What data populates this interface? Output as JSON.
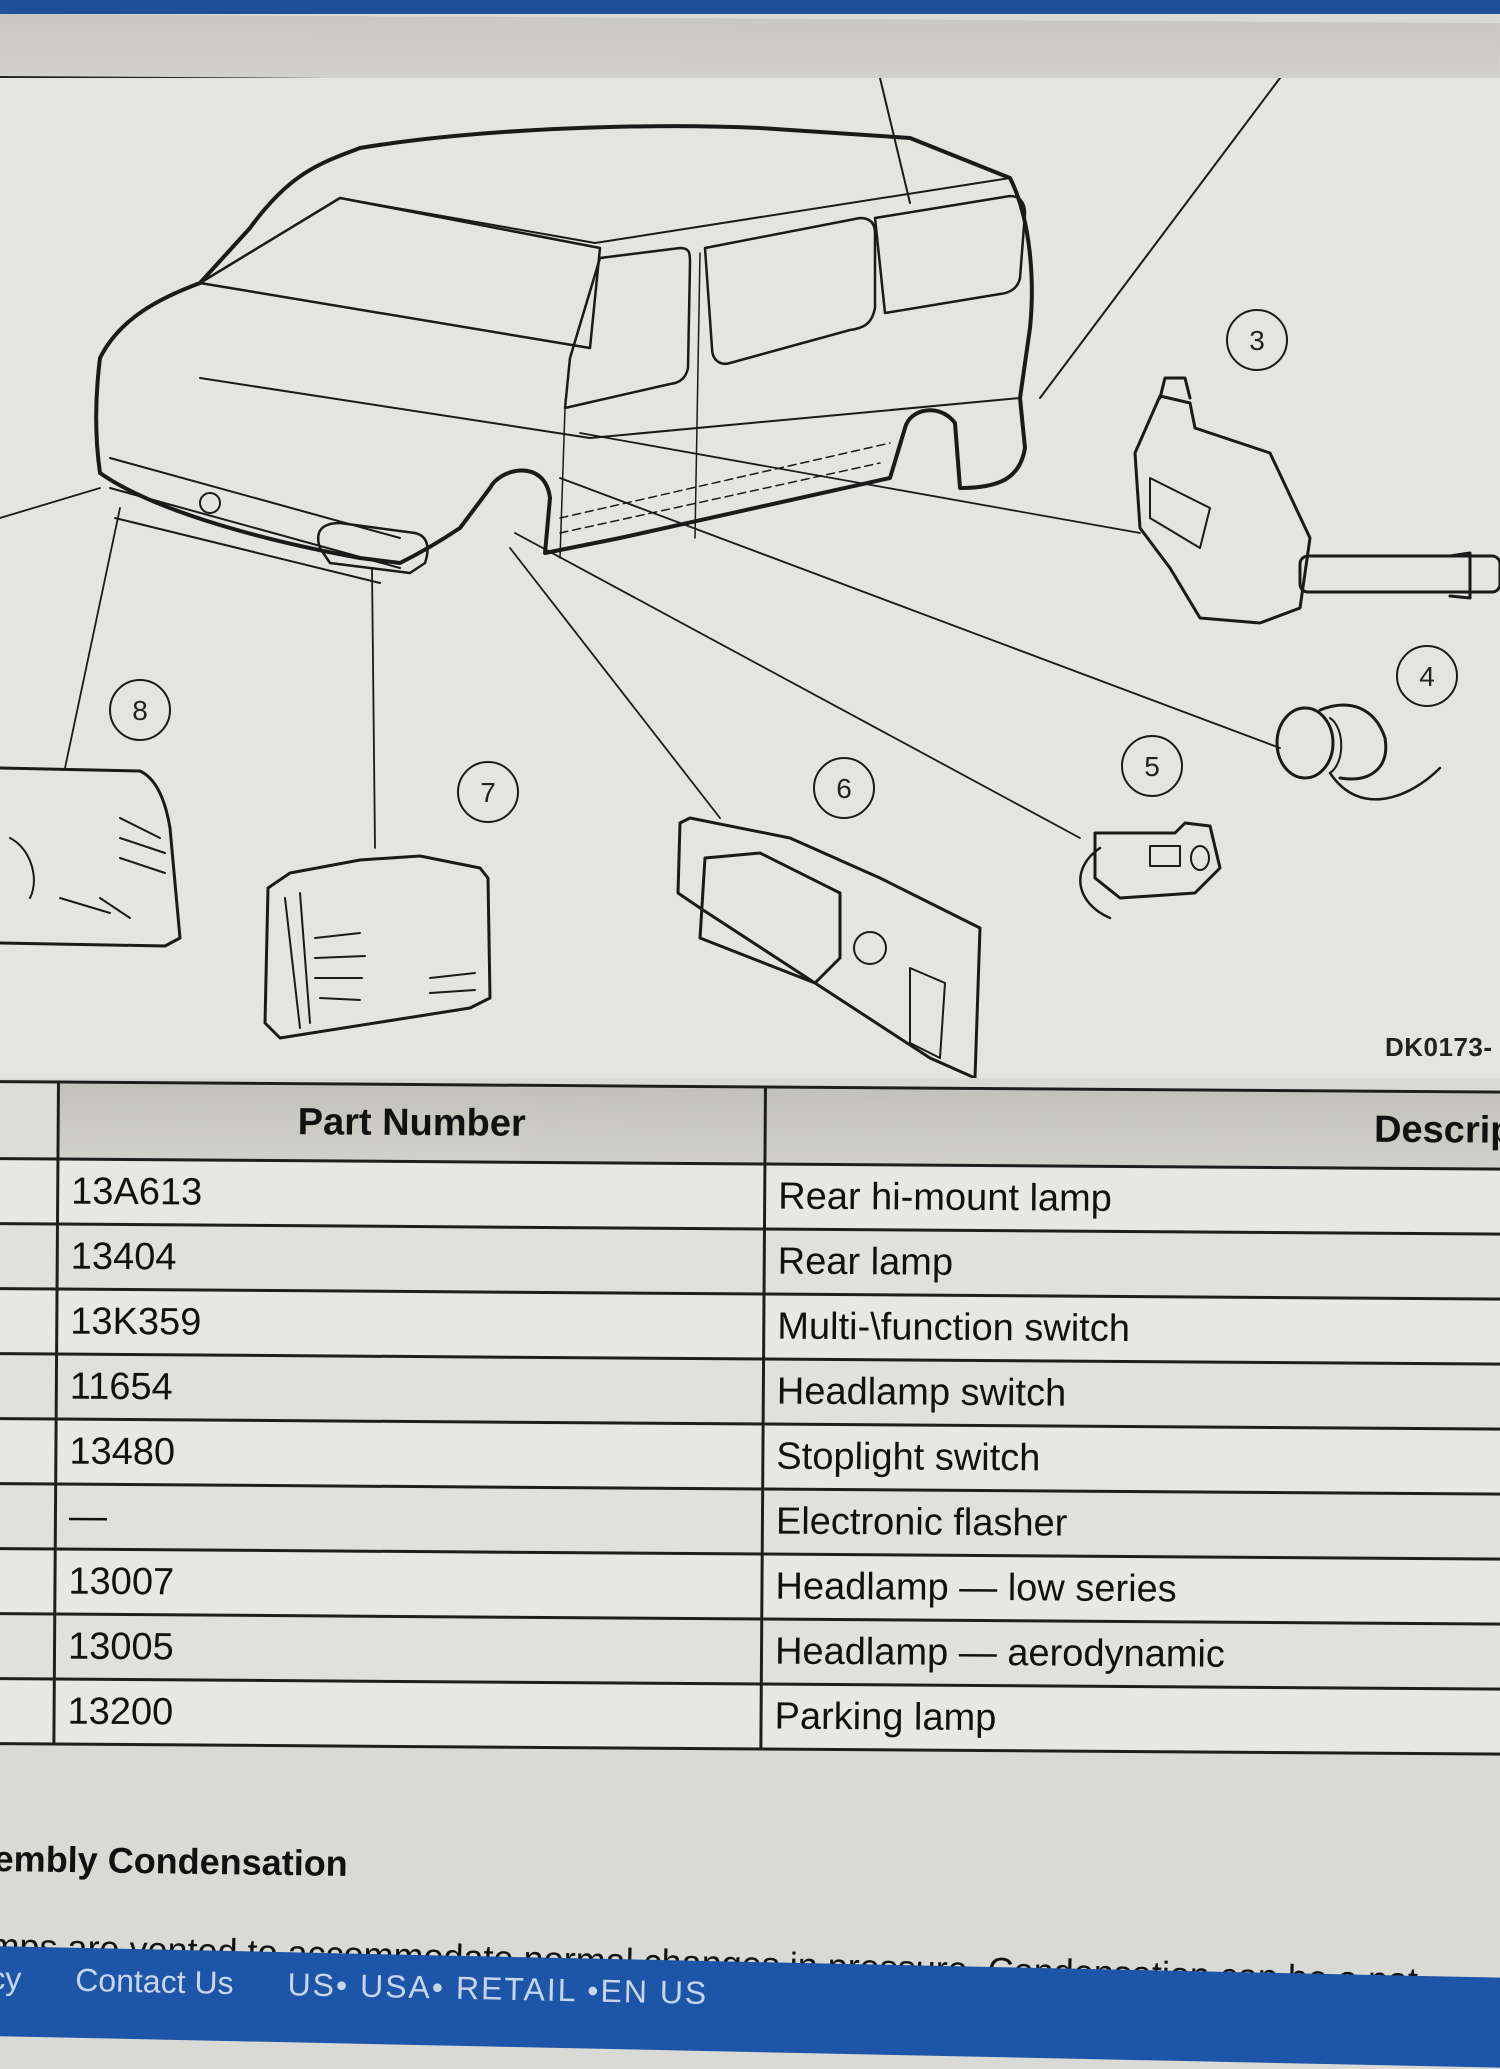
{
  "figure": {
    "id_label": "DK0173-",
    "callouts": [
      {
        "number": "3",
        "part": "multi-function switch"
      },
      {
        "number": "4",
        "part": "headlamp switch"
      },
      {
        "number": "5",
        "part": "stoplight switch"
      },
      {
        "number": "6",
        "part": "electronic flasher"
      },
      {
        "number": "7",
        "part": "headlamp low series"
      },
      {
        "number": "8",
        "part": "headlamp aerodynamic"
      }
    ]
  },
  "table": {
    "headers": {
      "item": "",
      "part_number": "Part Number",
      "description": "Descripti"
    },
    "rows": [
      {
        "item": "",
        "part_number": "13A613",
        "description": "Rear hi-mount lamp"
      },
      {
        "item": "",
        "part_number": "13404",
        "description": "Rear lamp"
      },
      {
        "item": "",
        "part_number": "13K359",
        "description": "Multi-\\function switch"
      },
      {
        "item": "",
        "part_number": "11654",
        "description": "Headlamp switch"
      },
      {
        "item": "",
        "part_number": "13480",
        "description": "Stoplight switch"
      },
      {
        "item": "",
        "part_number": "—",
        "description": "Electronic flasher"
      },
      {
        "item": "",
        "part_number": "13007",
        "description": "Headlamp — low series"
      },
      {
        "item": "",
        "part_number": "13005",
        "description": "Headlamp — aerodynamic"
      },
      {
        "item": "",
        "part_number": "13200",
        "description": "Parking lamp"
      }
    ]
  },
  "section": {
    "heading": "embly Condensation",
    "body": "mps are vented to accommodate normal changes in pressure. Condensation can be a nat"
  },
  "footer": {
    "links": [
      "cy",
      "Contact Us",
      "US• USA• RETAIL •EN US"
    ]
  },
  "colors": {
    "footer_blue": "#1d55a8",
    "top_bar_blue": "#1d4f9a"
  }
}
